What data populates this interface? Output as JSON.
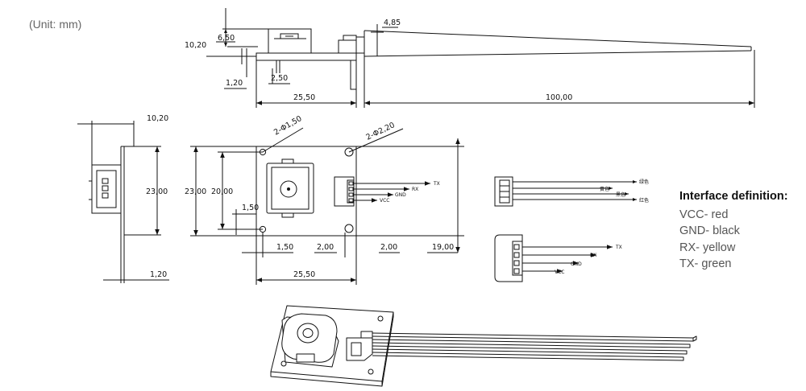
{
  "unit_label": "(Unit: mm)",
  "interface": {
    "title": "Interface definition:",
    "items": [
      "VCC- red",
      "GND- black",
      "RX- yellow",
      "TX- green"
    ]
  },
  "dims": {
    "top_6_50": "6,50",
    "top_10_20": "10,20",
    "top_4_85": "4,85",
    "top_1_20": "1,20",
    "top_2_50": "2,50",
    "top_25_50": "25,50",
    "top_100_00": "100,00",
    "side_10_20": "10,20",
    "side_23_00": "23,00",
    "side_1_20": "1,20",
    "front_23_00": "23,00",
    "front_20_00": "20,00",
    "front_1_50": "1,50",
    "front_hole_1_50": "2-Φ1,50",
    "front_hole_2_20": "2-Φ2,20",
    "front_b_1_50": "1,50",
    "front_b_2_00a": "2,00",
    "front_b_2_00b": "2,00",
    "front_19_00": "19,00",
    "front_25_50": "25,50"
  },
  "wires": {
    "tx": "TX",
    "rx": "RX",
    "gnd": "GND",
    "vcc": "VCC",
    "cn_green": "绿色",
    "cn_yellow": "黄色",
    "cn_black": "黑色",
    "cn_red": "红色",
    "tx2": "TX",
    "rx2": "RX",
    "gnd2": "GND",
    "vcc2": "VCC"
  }
}
